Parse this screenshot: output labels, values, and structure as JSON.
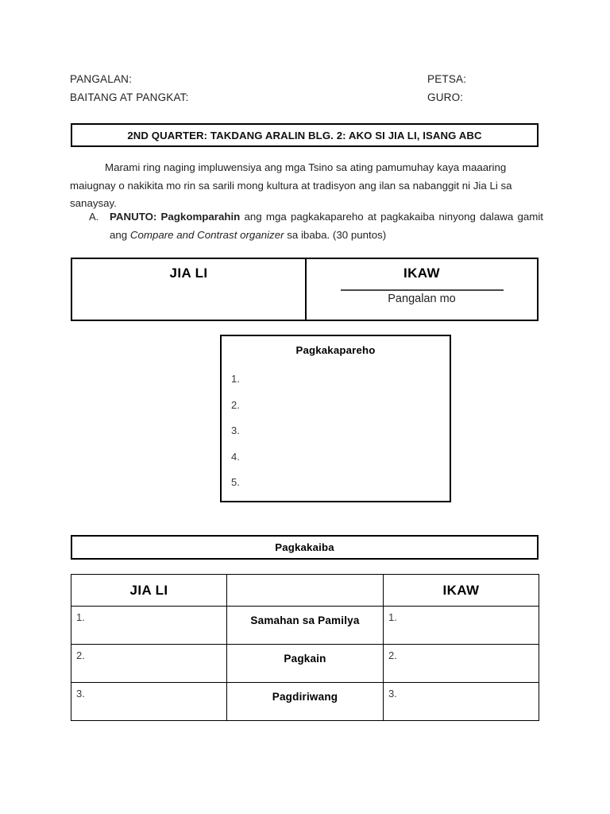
{
  "header": {
    "name_label": "PANGALAN:",
    "date_label": "PETSA:",
    "section_label": "BAITANG AT PANGKAT:",
    "teacher_label": "GURO:"
  },
  "title": {
    "text": "2ND QUARTER: TAKDANG ARALIN  BLG. 2: AKO SI JIA LI, ISANG ABC"
  },
  "body": {
    "paragraph": "Marami ring naging impluwensiya ang mga Tsino sa ating pamumuhay kaya maaaring maiugnay o nakikita mo rin sa sarili mong kultura at tradisyon ang ilan sa nabanggit ni Jia Li sa sanaysay.",
    "item_a": {
      "marker": "A.",
      "directive_bold": "PANUTO: Pagkomparahin",
      "text_1": " ang mga pagkakapareho at pagkakaiba ninyong dalawa gamit ang ",
      "italic": "Compare and Contrast  organizer",
      "text_2": " sa ibaba. (30 puntos)"
    }
  },
  "top_table": {
    "left_header": "JIA LI",
    "right_header": "IKAW",
    "right_sub_label": "Pangalan mo"
  },
  "similarities": {
    "title": "Pagkakapareho",
    "items": [
      "1.",
      "2.",
      "3.",
      "4.",
      "5."
    ]
  },
  "differences": {
    "title": "Pagkakaiba",
    "headers": {
      "left": "JIA LI",
      "middle": "",
      "right": "IKAW"
    },
    "rows": [
      {
        "left": "1.",
        "middle": "Samahan sa Pamilya",
        "right": "1."
      },
      {
        "left": "2.",
        "middle": "Pagkain",
        "right": "2."
      },
      {
        "left": "3.",
        "middle": "Pagdiriwang",
        "right": "3."
      }
    ]
  },
  "colors": {
    "ink": "#000000",
    "body_text": "#231f20",
    "faint": "#3a3a3a",
    "page": "#ffffff"
  }
}
